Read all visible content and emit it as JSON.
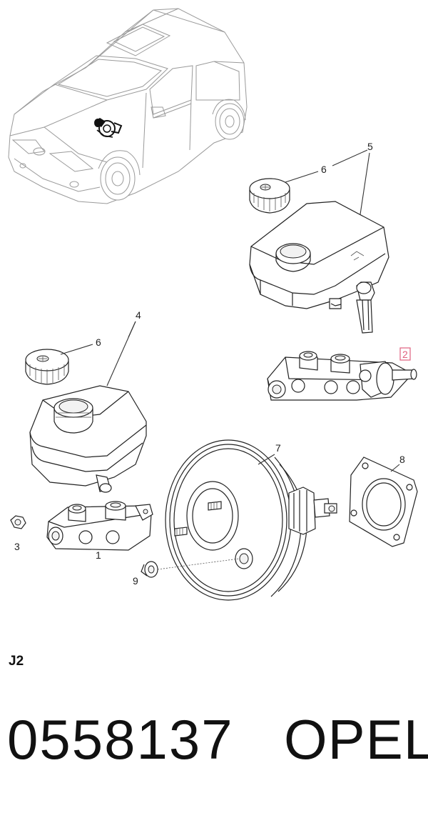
{
  "diagram": {
    "callouts": {
      "c1": "1",
      "c2": "2",
      "c3": "3",
      "c4": "4",
      "c5": "5",
      "c6a": "6",
      "c6b": "6",
      "c7": "7",
      "c8": "8",
      "c9": "9"
    },
    "highlight_color": "#e0607e"
  },
  "footer": {
    "grid_code": "J2",
    "part_number": "0558137",
    "brand": "OPEL"
  }
}
